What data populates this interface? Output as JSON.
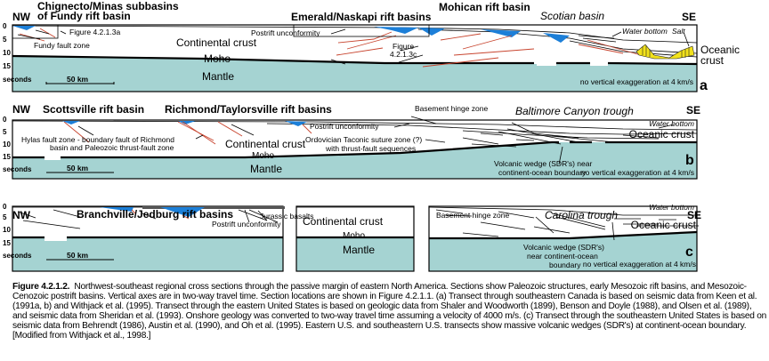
{
  "panel_a": {
    "title_line1": "Chignecto/Minas subbasins",
    "title_line2": "of Fundy rift basin",
    "nw": "NW",
    "se": "SE",
    "emerald": "Emerald/Naskapi rift basins",
    "mohican": "Mohican rift basin",
    "scotian": "Scotian basin",
    "figure_a": "Figure 4.2.1.3a",
    "fundy": "Fundy fault zone",
    "continental": "Continental crust",
    "postrift": "Postrift unconformity",
    "figure_c1": "Figure",
    "figure_c2": "4.2.1.3c",
    "water": "Water bottom",
    "salt": "Salt",
    "oceanic1": "Oceanic",
    "oceanic2": "crust",
    "moho": "Moho",
    "mantle": "Mantle",
    "scale": "50 km",
    "seconds": "seconds",
    "ticks": [
      "0",
      "5",
      "10",
      "15"
    ],
    "exaggeration": "no vertical exaggeration at 4 km/s",
    "letter": "a"
  },
  "panel_b": {
    "nw": "NW",
    "se": "SE",
    "scottsville": "Scottsville rift basin",
    "richmond": "Richmond/Taylorsville rift basins",
    "hinge": "Basement hinge zone",
    "baltimore": "Baltimore Canyon trough",
    "postrift": "Postrift unconformity",
    "water": "Water bottom",
    "oceanic": "Oceanic crust",
    "hylas1": "Hylas fault zone - boundary fault of Richmond",
    "hylas2": "basin and Paleozoic thrust-fault zone",
    "continental": "Continental crust",
    "ordovician1": "Ordovician Taconic suture zone (?)",
    "ordovician2": "with thrust-fault sequences",
    "moho": "Moho",
    "mantle": "Mantle",
    "volcanic1": "Volcanic wedge (SDR's) near",
    "volcanic2": "continent-ocean boundary",
    "scale": "50 km",
    "seconds": "seconds",
    "ticks": [
      "0",
      "5",
      "10",
      "15"
    ],
    "exaggeration": "no vertical exaggeration at 4 km/s",
    "letter": "b"
  },
  "panel_c": {
    "nw": "NW",
    "se": "SE",
    "branchville": "Branchville/Jedburg rift basins",
    "jurassic": "Jurassic basalts",
    "postrift": "Postrift unconformity",
    "continental": "Continental crust",
    "hinge": "Basement hinge zone",
    "carolina": "Carolina trough",
    "water": "Water bottom",
    "oceanic": "Oceanic crust",
    "moho": "Moho",
    "mantle": "Mantle",
    "volcanic1": "Volcanic wedge (SDR's)",
    "volcanic2": "near continent-ocean",
    "volcanic3": "boundary",
    "scale": "50 km",
    "seconds": "seconds",
    "ticks": [
      "0",
      "5",
      "10",
      "15"
    ],
    "exaggeration": "no vertical exaggeration at 4 km/s",
    "letter": "c"
  },
  "caption": {
    "label": "Figure 4.2.1.2.",
    "text": "Northwest-southeast regional cross sections through the passive margin of eastern North America. Sections show Paleozoic structures, early Mesozoic rift basins, and Mesozoic-Cenozoic postrift basins. Vertical axes are in two-way travel time. Section locations are shown in Figure 4.2.1.1. (a) Transect through southeastern Canada is based on seismic data from Keen et al. (1991a, b) and Withjack et al. (1995). Transect through the eastern United States is based on geologic data from Shaler and Woodworth (1899), Benson and Doyle (1988), and Olsen et al. (1989), and seismic data from Sheridan et al. (1993). Onshore geology was converted to two-way travel time assuming a velocity of 4000 m/s. (c) Transect through the southeastern United States is based on seismic data from Behrendt (1986), Austin et al. (1990), and Oh et al. (1995). Eastern U.S. and southeastern U.S. transects show massive volcanic wedges (SDR's) at continent-ocean boundary. [Modified from Withjack et al., 1998.]"
  },
  "colors": {
    "mantle": "#a5d3d2",
    "rift_basin": "#1c7fd8",
    "fault": "#c8452f",
    "salt": "#f2e21c"
  }
}
